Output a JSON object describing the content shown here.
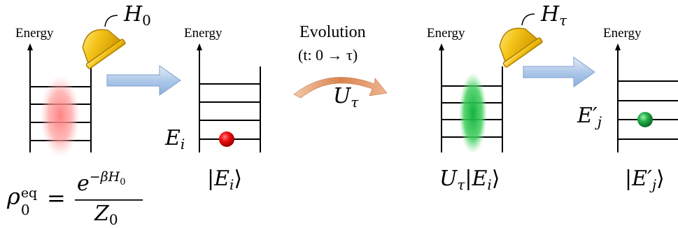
{
  "axis_label": "Energy",
  "panel1": {
    "hamiltonian": "H",
    "hamiltonian_sub": "0"
  },
  "panel2": {
    "level_label": "E",
    "level_sub": "i",
    "state_label": "|E",
    "state_sub": "i",
    "state_close": "⟩"
  },
  "evolution": {
    "title": "Evolution",
    "interval": "(t: 0 → τ)",
    "operator": "U",
    "operator_sub": "τ"
  },
  "panel3": {
    "hamiltonian": "H",
    "hamiltonian_sub": "τ",
    "state_u": "U",
    "state_u_sub": "τ",
    "state_ket": "|E",
    "state_ket_sub": "i",
    "state_close": "⟩"
  },
  "panel4": {
    "level_label": "E′",
    "level_sub": "j",
    "state_label": "|E′",
    "state_sub": "j",
    "state_close": "⟩"
  },
  "equation": {
    "rho": "ρ",
    "rho_sup": "eq",
    "rho_sub": "0",
    "equals": "=",
    "numerator": "e",
    "numerator_sup": "−βH",
    "numerator_sup_sub": "0",
    "denominator": "Z",
    "denominator_sub": "0"
  },
  "colors": {
    "thermal_blob": "#ff8f8f",
    "evolved_blob": "#22c04a",
    "red_ball": "#e00000",
    "green_ball": "#1fa040",
    "detector": "#f2c21a",
    "arrow": "#a8c4e6",
    "curved_arrow": "#d98a5a"
  }
}
